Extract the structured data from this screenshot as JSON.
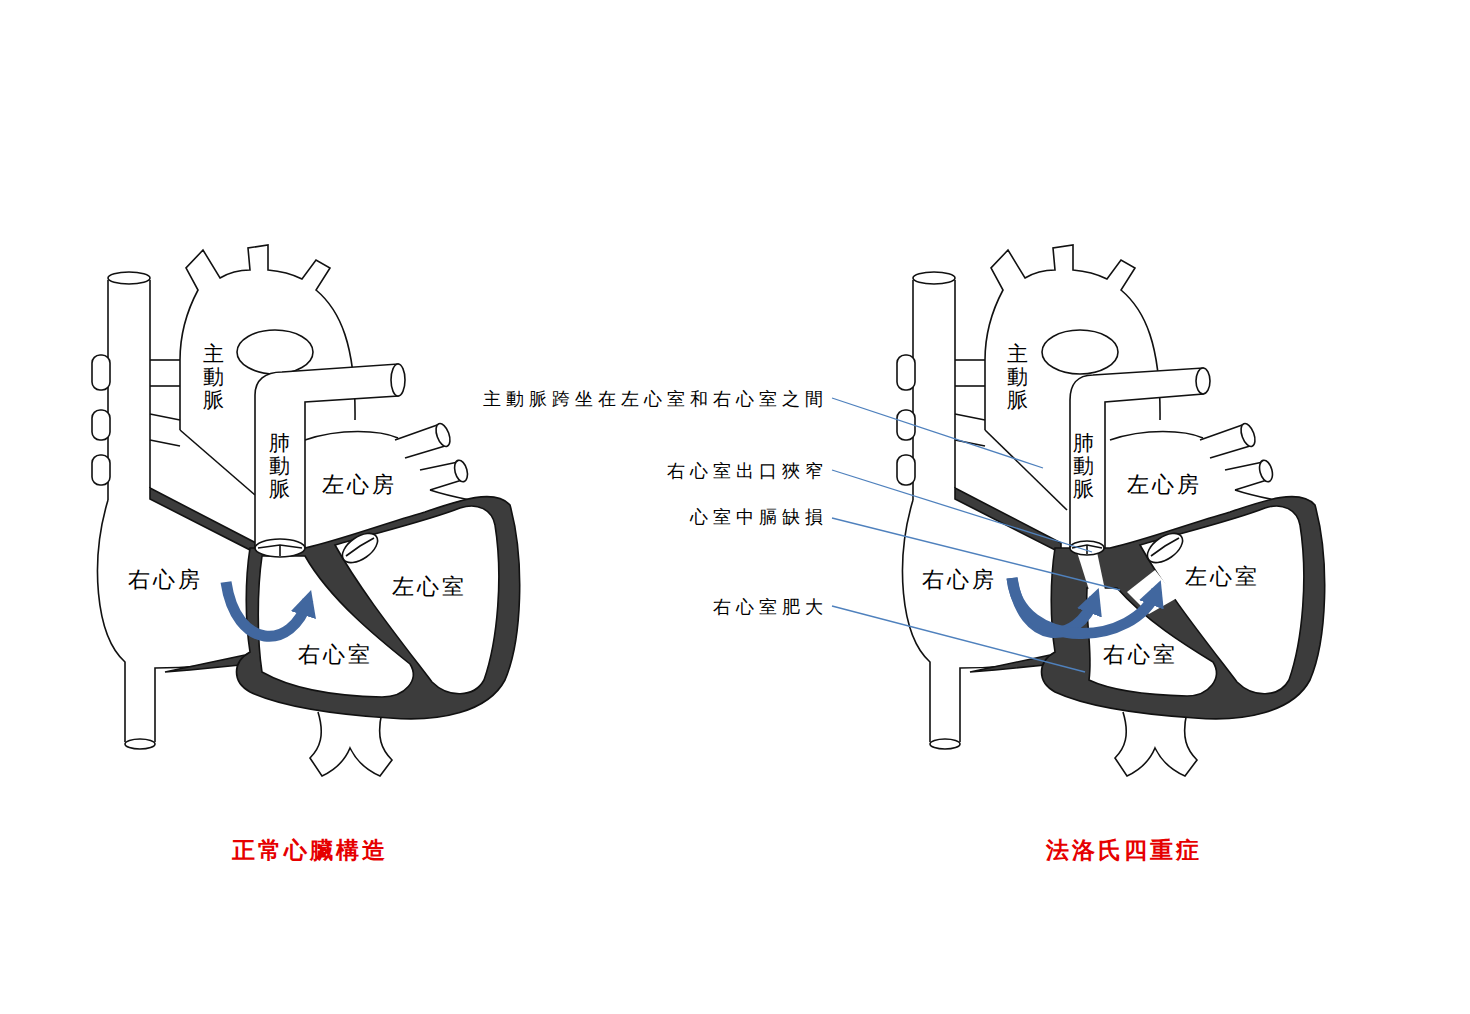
{
  "diagram": {
    "labels": [
      "主動脈",
      "肺動脈",
      "左心房",
      "右心房",
      "左心室",
      "右心室",
      "主動脈跨坐在左心室和右心室之間",
      "右心室出口狹窄",
      "心室中膈缺損",
      "右心室肥大",
      "主動脈",
      "肺動脈",
      "左心房",
      "右心房",
      "左心室",
      "右心室",
      "正常心臟構造",
      "法洛氏四重症"
    ]
  }
}
